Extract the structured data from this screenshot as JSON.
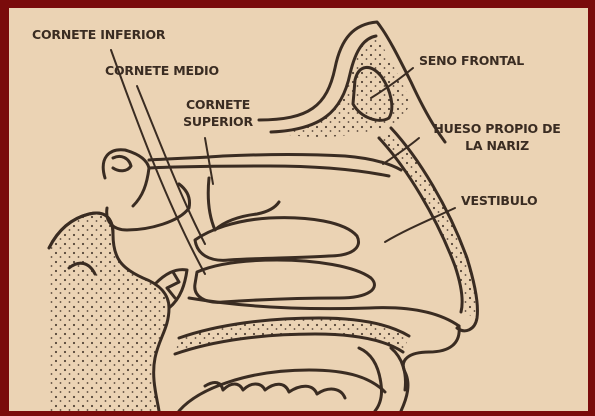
{
  "diagram": {
    "colors": {
      "frame": "#7a0b0b",
      "background": "#ebd3b4",
      "ink": "#3a2c22"
    },
    "labels": {
      "cornete_inferior": "CORNETE INFERIOR",
      "cornete_medio": "CORNETE MEDIO",
      "cornete_superior_l1": "CORNETE",
      "cornete_superior_l2": "SUPERIOR",
      "seno_frontal": "SENO FRONTAL",
      "hueso_propio_l1": "HUESO PROPIO DE",
      "hueso_propio_l2": "LA NARIZ",
      "vestibulo": "VESTIBULO"
    }
  }
}
